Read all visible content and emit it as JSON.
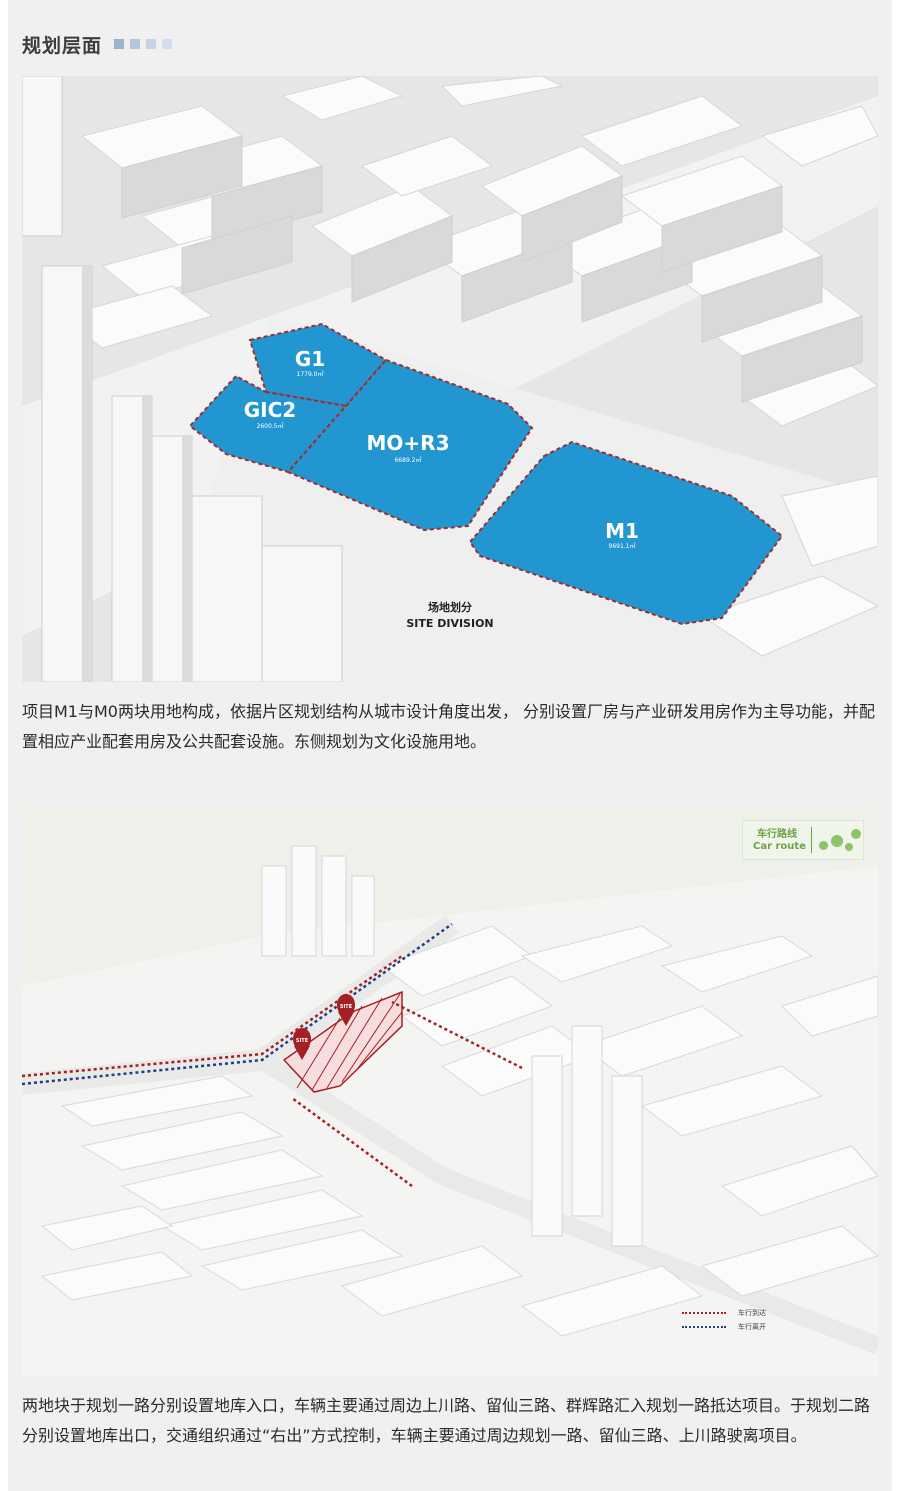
{
  "section": {
    "title": "规划层面",
    "square_colors": [
      "#9ab3d3",
      "#b3c6de",
      "#c4d3e6",
      "#d3deec"
    ]
  },
  "site_plan": {
    "parcels": [
      {
        "name": "G1",
        "area": "1779.0㎡"
      },
      {
        "name": "GIC2",
        "area": "2600.5㎡"
      },
      {
        "name": "MO+R3",
        "area": "6689.2㎡"
      },
      {
        "name": "M1",
        "area": "9691.1㎡"
      }
    ],
    "label_cn": "场地划分",
    "label_en": "SITE DIVISION",
    "parcel_color": "#2196d1",
    "boundary_color": "#a52a2a"
  },
  "caption1": "项目M1与M0两块用地构成，依据片区规划结构从城市设计角度出发， 分别设置厂房与产业研发用房作为主导功能，并配置相应产业配套用房及公共配套设施。东侧规划为文化设施用地。",
  "route_map": {
    "legend_cn": "车行路线",
    "legend_en": "Car route",
    "marker_label": "SITE",
    "route_in_label": "车行到达",
    "route_out_label": "车行离开",
    "in_color": "#a52024",
    "out_color": "#1f3f8c"
  },
  "caption2": "两地块于规划一路分别设置地库入口，车辆主要通过周边上川路、留仙三路、群辉路汇入规划一路抵达项目。于规划二路分别设置地库出口，交通组织通过“右出”方式控制，车辆主要通过周边规划一路、留仙三路、上川路驶离项目。"
}
